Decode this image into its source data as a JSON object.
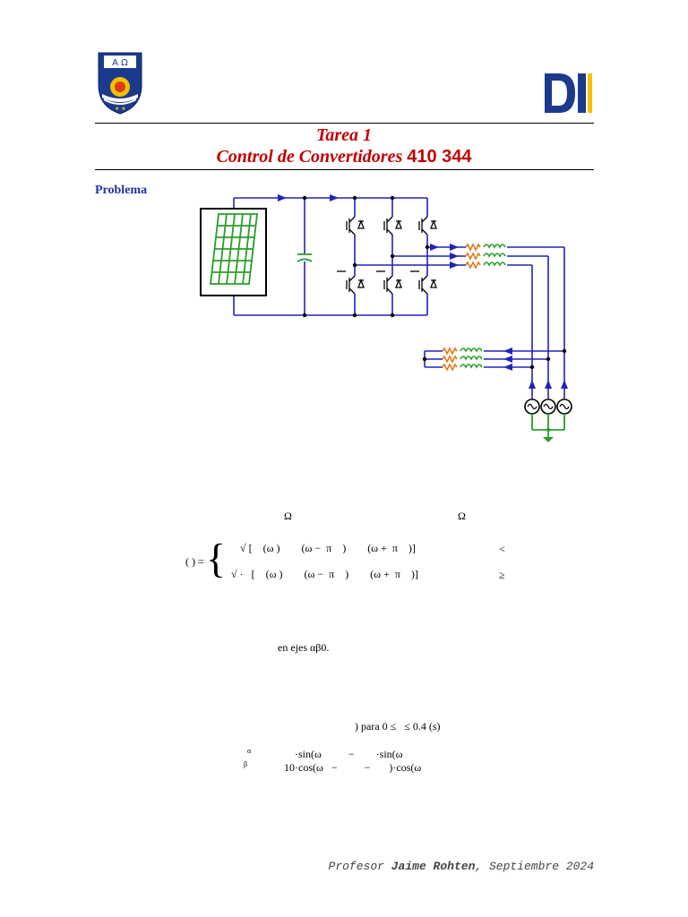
{
  "header": {
    "title_line1": "Tarea 1",
    "title_line2_italic": "Control de Convertidores",
    "title_line2_code": "410 344",
    "logo_left_letters": "A Ω",
    "logo_right_text": "DI"
  },
  "section": {
    "label": "Problema"
  },
  "equations": {
    "omega_left": "Ω",
    "omega_right": "Ω",
    "lhs": "( ) =",
    "row1": "√ [    (ω )        (ω −  π    )        (ω +  π    )]",
    "row1_cond": "<",
    "row2": "√ ·   [    (ω )        (ω −  π    )        (ω +  π    )]",
    "row2_cond": "≥",
    "axes_text": "en ejes αβ0.",
    "range_text": ") para 0 ≤   ≤ 0.4 (s)",
    "alpha_sub": "α",
    "beta_sub": "β",
    "alpha_row": "·sin(ω          −        ·sin(ω",
    "beta_row": "10·cos(ω   −          −       )·cos(ω"
  },
  "footer": {
    "prefix": "Profesor ",
    "name": "Jaime Rohten",
    "suffix": ", Septiembre 2024"
  },
  "colors": {
    "title": "#c00000",
    "label": "#1f33a6",
    "wire": "#2222bb",
    "pv": "#2a9d2a",
    "resistor": "#e07b1a",
    "ground": "#2a9d2a"
  }
}
